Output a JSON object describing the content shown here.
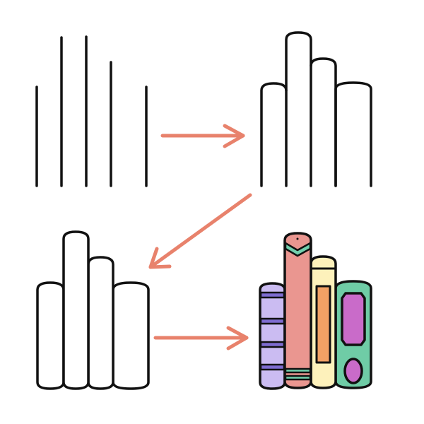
{
  "steps": [
    "lines",
    "cylinders-top",
    "cylinders-full",
    "colored-books"
  ],
  "colors": {
    "stroke": "#111111",
    "arrow": "#e8826c",
    "book_purple": "#cbbcf2",
    "book_purple_band": "#7e6cd0",
    "book_pink": "#ea9690",
    "book_teal": "#72d0ae",
    "book_yellow": "#fdf1bb",
    "book_orange": "#f2a165",
    "book_green": "#6fcca6",
    "book_magenta": "#c96bc9"
  }
}
